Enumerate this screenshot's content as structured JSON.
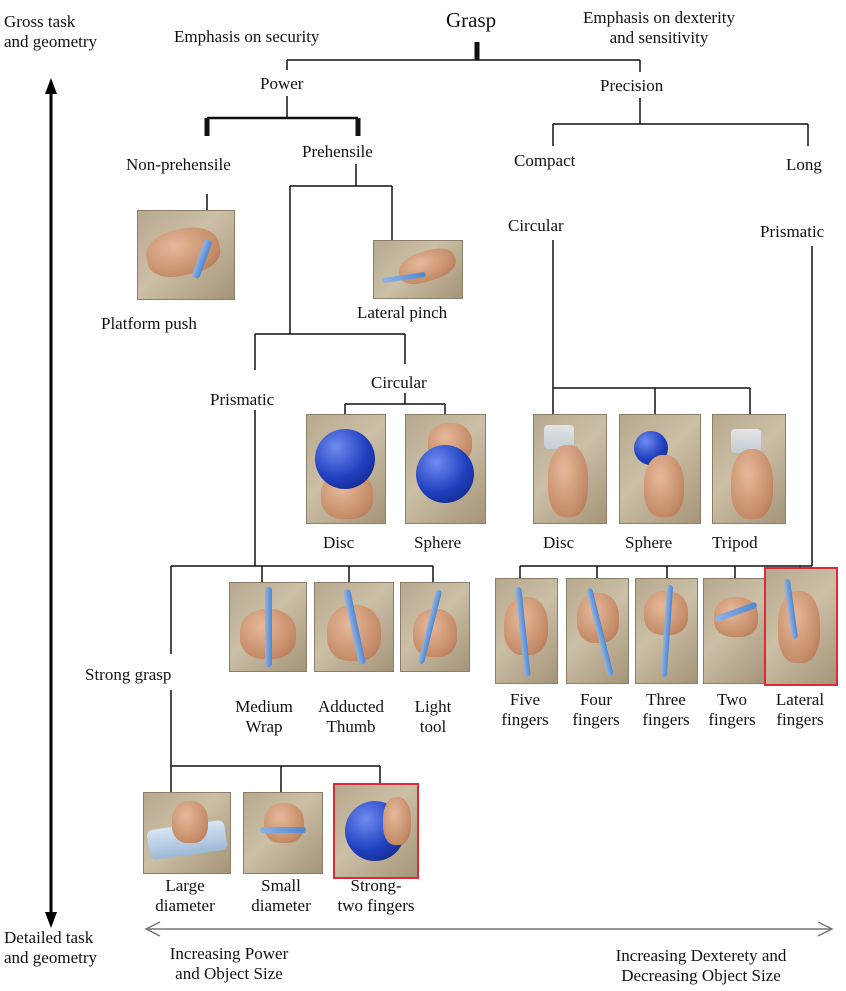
{
  "root": "Grasp",
  "left_axis": {
    "top_label": "Gross task\nand geometry",
    "bottom_label": "Detailed task\nand geometry"
  },
  "emphasis": {
    "security": "Emphasis on security",
    "dexterity": "Emphasis on dexterity\nand sensitivity"
  },
  "branches": {
    "power": "Power",
    "precision": "Precision"
  },
  "power_nodes": {
    "non_prehensile": "Non-prehensile",
    "prehensile": "Prehensile",
    "platform_push": "Platform push",
    "lateral_pinch": "Lateral pinch",
    "prismatic": "Prismatic",
    "circular": "Circular",
    "disc": "Disc",
    "sphere": "Sphere",
    "strong_grasp": "Strong grasp",
    "medium_wrap": "Medium\nWrap",
    "adducted_thumb": "Adducted\nThumb",
    "light_tool": "Light\ntool",
    "large_diameter": "Large\ndiameter",
    "small_diameter": "Small\ndiameter",
    "strong_two_fingers": "Strong-\ntwo fingers"
  },
  "precision_nodes": {
    "compact": "Compact",
    "long": "Long",
    "circular": "Circular",
    "prismatic": "Prismatic",
    "disc": "Disc",
    "sphere": "Sphere",
    "tripod": "Tripod",
    "five_fingers": "Five\nfingers",
    "four_fingers": "Four\nfingers",
    "three_fingers": "Three\nfingers",
    "two_fingers": "Two\nfingers",
    "lateral_fingers": "Lateral\nfingers"
  },
  "bottom_axis": {
    "left": "Increasing Power\nand Object Size",
    "right": "Increasing Dexterety and\nDecreasing Object Size"
  },
  "colors": {
    "line": "#111111",
    "highlight": "#d92b3a",
    "arrow_gray": "#9a9a9a"
  }
}
